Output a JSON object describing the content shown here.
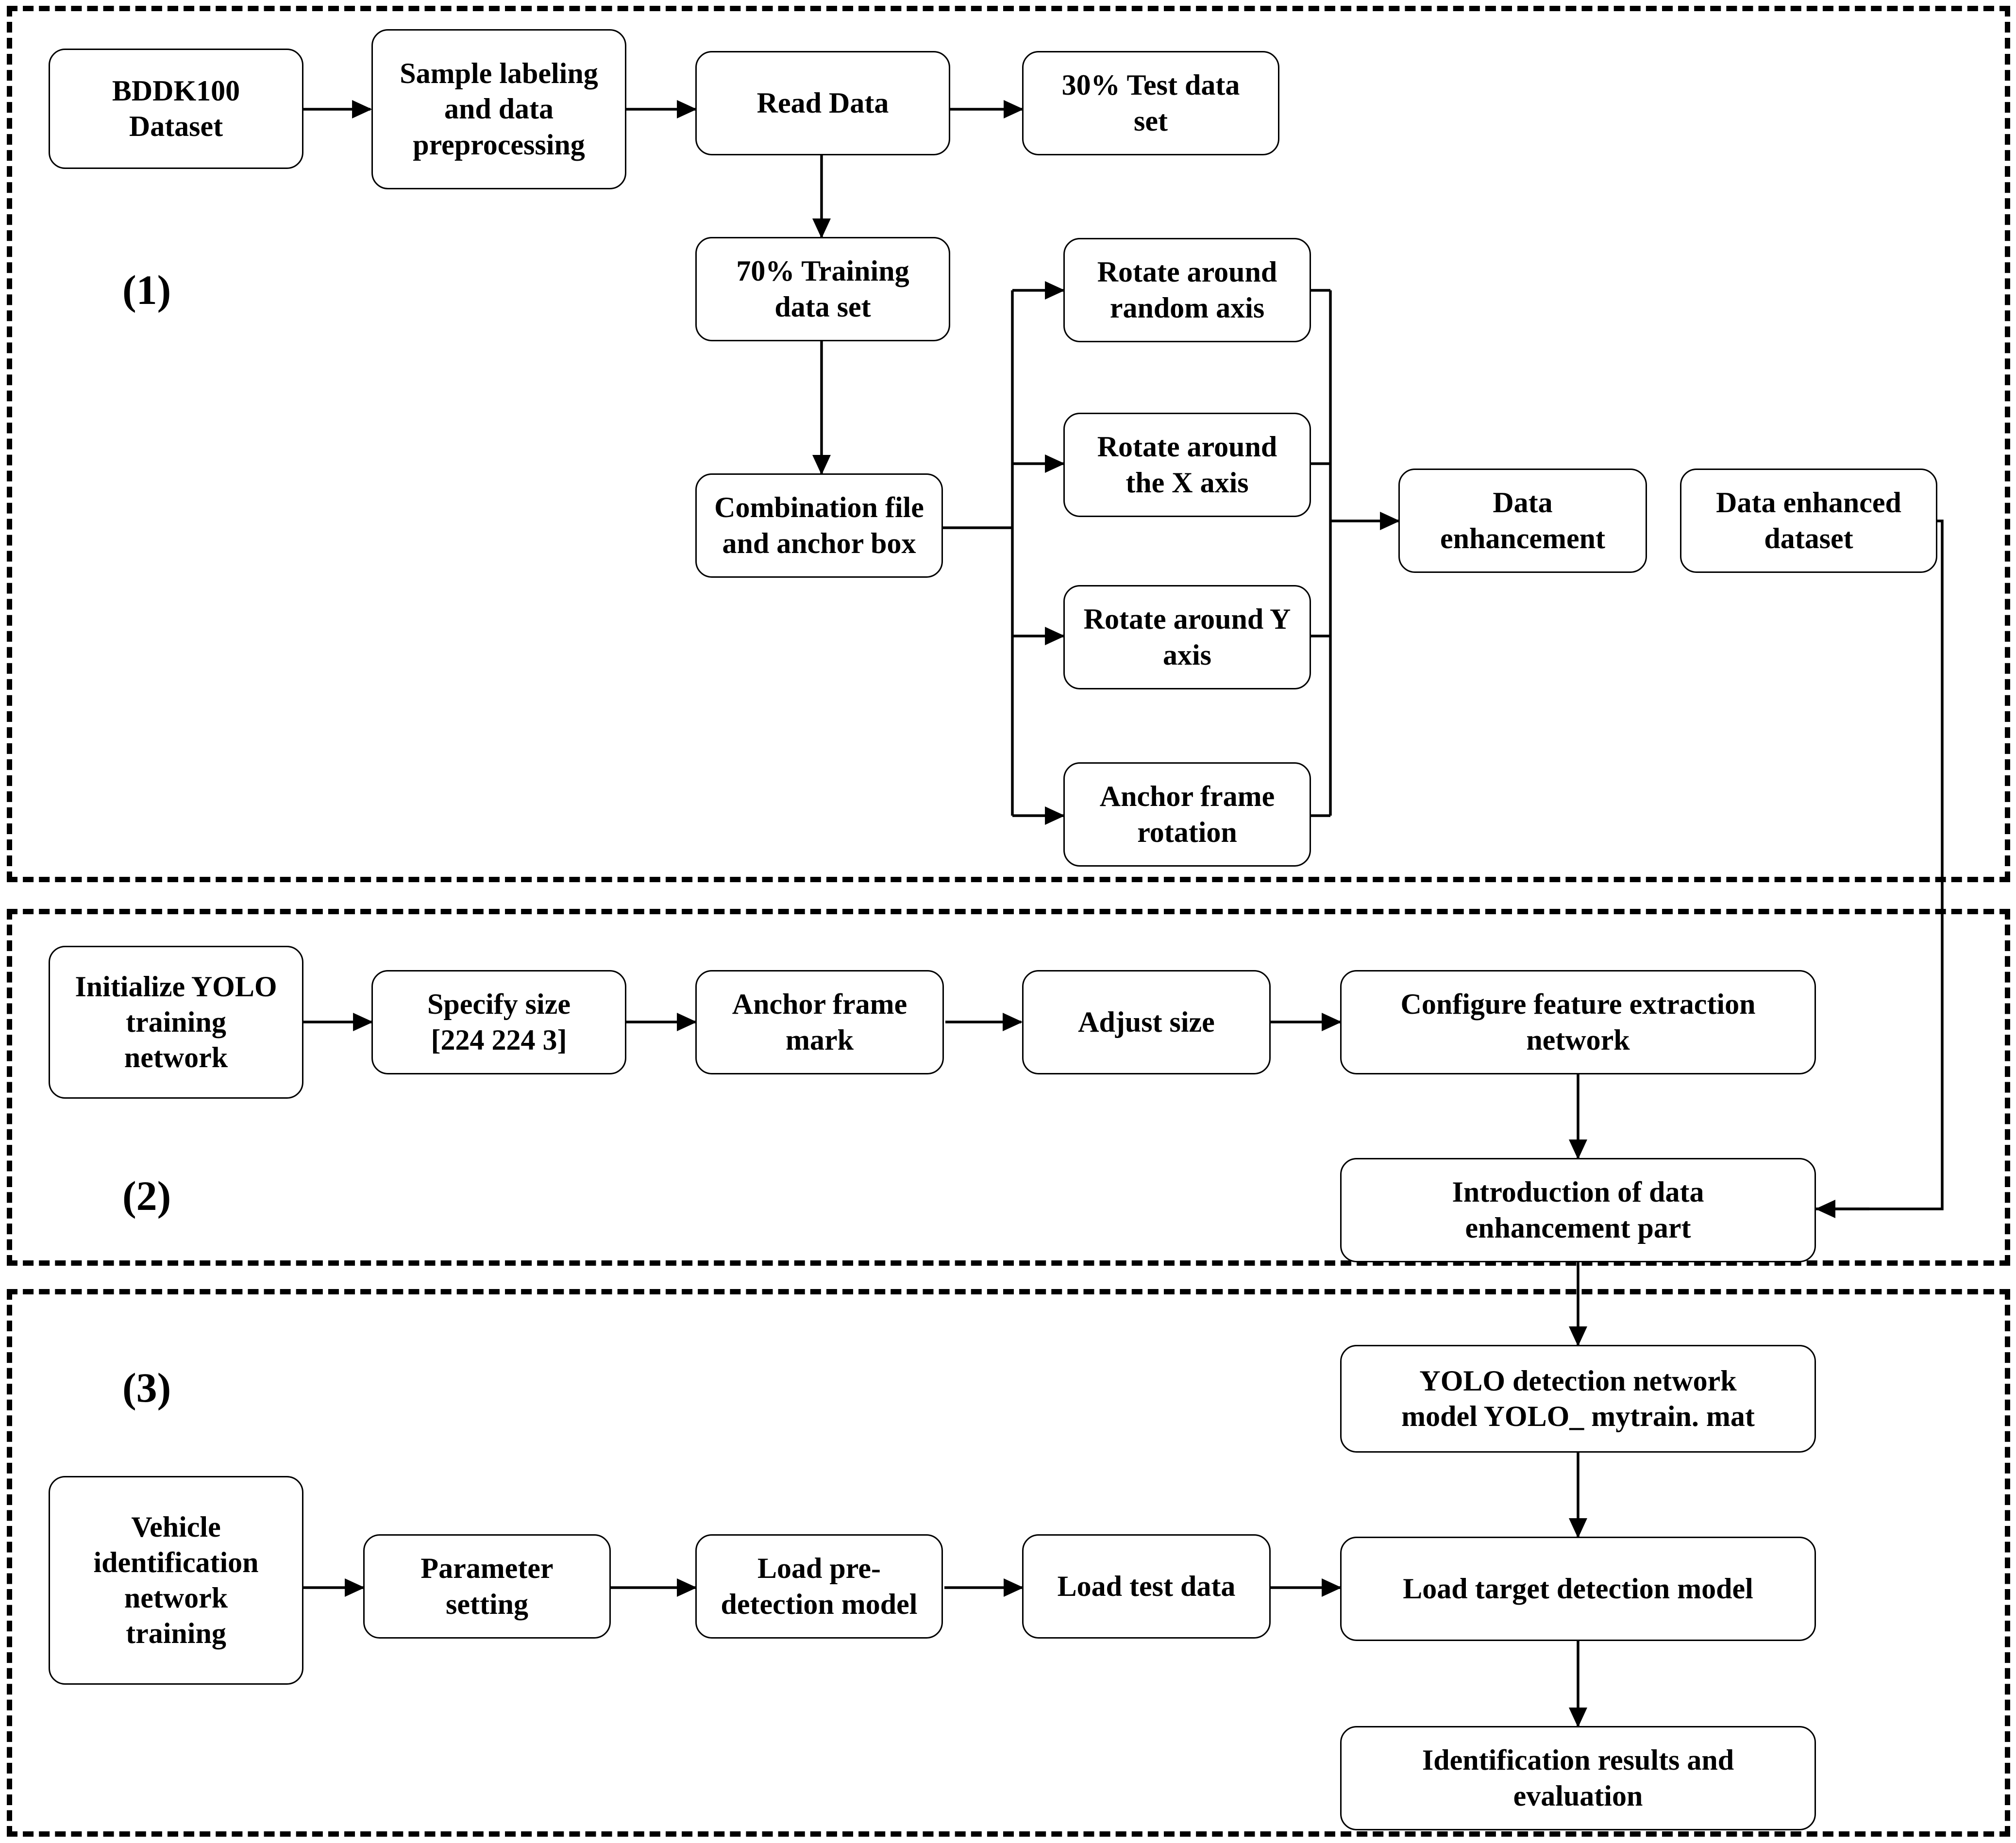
{
  "figure": {
    "type": "flowchart",
    "title_visible": false,
    "stroke_color": "#000000",
    "fill_color": "#ffffff",
    "section_border_style": "dashed"
  },
  "sections": [
    {
      "id": "s1",
      "label": "(1)"
    },
    {
      "id": "s2",
      "label": "(2)"
    },
    {
      "id": "s3",
      "label": "(3)"
    }
  ],
  "nodes": {
    "bddk100_dataset": "BDDK100\nDataset",
    "sample_labeling": "Sample labeling\nand data\npreprocessing",
    "read_data": "Read Data",
    "test_set": "30% Test data\nset",
    "training_set": "70% Training\ndata set",
    "combination_file": "Combination file\nand anchor box",
    "rotate_random": "Rotate around\nrandom axis",
    "rotate_x": "Rotate around\nthe X axis",
    "rotate_y": "Rotate around Y\naxis",
    "anchor_frame_rotation": "Anchor frame\nrotation",
    "data_enhancement": "Data\nenhancement",
    "data_enhanced_dataset": "Data enhanced\ndataset",
    "init_yolo": "Initialize YOLO\ntraining\nnetwork",
    "specify_size": "Specify size\n[224 224 3]",
    "anchor_frame_mark": "Anchor frame\nmark",
    "adjust_size": "Adjust size",
    "configure_feature": "Configure feature extraction\nnetwork",
    "introduction_data": "Introduction of data\nenhancement part",
    "yolo_model": "YOLO detection network\nmodel YOLO_ mytrain. mat",
    "vehicle_training": "Vehicle\nidentification\nnetwork\ntraining",
    "parameter_setting": "Parameter\nsetting",
    "load_pre_detection": "Load pre-\ndetection model",
    "load_test_data": "Load test data",
    "load_target_model": "Load target detection model",
    "identification_results": "Identification results and\nevaluation"
  },
  "edges": [
    {
      "from": "bddk100_dataset",
      "to": "sample_labeling",
      "kind": "arrow-right"
    },
    {
      "from": "sample_labeling",
      "to": "read_data",
      "kind": "arrow-right"
    },
    {
      "from": "read_data",
      "to": "test_set",
      "kind": "arrow-right"
    },
    {
      "from": "read_data",
      "to": "training_set",
      "kind": "arrow-down"
    },
    {
      "from": "training_set",
      "to": "combination_file",
      "kind": "arrow-down"
    },
    {
      "from": "combination_file",
      "to": "rotate_random",
      "kind": "fan-out"
    },
    {
      "from": "combination_file",
      "to": "rotate_x",
      "kind": "fan-out"
    },
    {
      "from": "combination_file",
      "to": "rotate_y",
      "kind": "fan-out"
    },
    {
      "from": "combination_file",
      "to": "anchor_frame_rotation",
      "kind": "fan-out"
    },
    {
      "from": "rotate_random",
      "to": "data_enhancement",
      "kind": "merge"
    },
    {
      "from": "rotate_x",
      "to": "data_enhancement",
      "kind": "merge"
    },
    {
      "from": "rotate_y",
      "to": "data_enhancement",
      "kind": "merge"
    },
    {
      "from": "anchor_frame_rotation",
      "to": "data_enhancement",
      "kind": "merge"
    },
    {
      "from": "data_enhancement",
      "to": "data_enhanced_dataset",
      "kind": "arrow-right"
    },
    {
      "from": "data_enhanced_dataset",
      "to": "introduction_data",
      "kind": "feedback-around-right"
    },
    {
      "from": "init_yolo",
      "to": "specify_size",
      "kind": "arrow-right"
    },
    {
      "from": "specify_size",
      "to": "anchor_frame_mark",
      "kind": "arrow-right"
    },
    {
      "from": "anchor_frame_mark",
      "to": "adjust_size",
      "kind": "arrow-right"
    },
    {
      "from": "adjust_size",
      "to": "configure_feature",
      "kind": "arrow-right"
    },
    {
      "from": "configure_feature",
      "to": "introduction_data",
      "kind": "arrow-down"
    },
    {
      "from": "introduction_data",
      "to": "yolo_model",
      "kind": "arrow-down"
    },
    {
      "from": "yolo_model",
      "to": "load_target_model",
      "kind": "arrow-down"
    },
    {
      "from": "vehicle_training",
      "to": "parameter_setting",
      "kind": "arrow-right"
    },
    {
      "from": "parameter_setting",
      "to": "load_pre_detection",
      "kind": "arrow-right"
    },
    {
      "from": "load_pre_detection",
      "to": "load_test_data",
      "kind": "arrow-right"
    },
    {
      "from": "load_test_data",
      "to": "load_target_model",
      "kind": "arrow-right"
    },
    {
      "from": "load_target_model",
      "to": "identification_results",
      "kind": "arrow-down"
    }
  ]
}
